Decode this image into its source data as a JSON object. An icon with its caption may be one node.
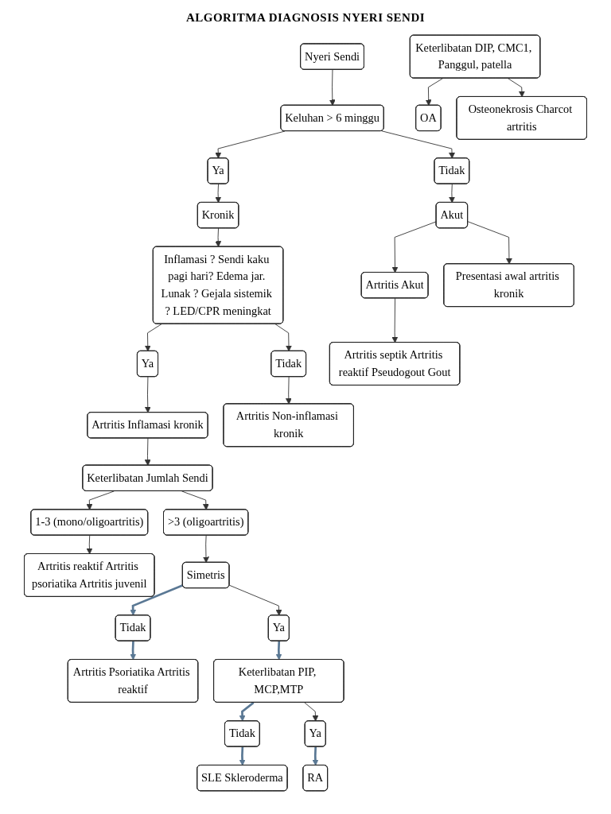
{
  "diagram": {
    "title": "ALGORITMA DIAGNOSIS NYERI SENDI",
    "nodes": [
      {
        "text": [
          "Nyeri Sendi"
        ]
      },
      {
        "text": [
          "Keluhan > 6 minggu"
        ]
      },
      {
        "text": [
          "Ya"
        ]
      },
      {
        "text": [
          "Tidak"
        ]
      },
      {
        "text": [
          "Kronik"
        ]
      },
      {
        "text": [
          "Akut"
        ]
      },
      {
        "text": [
          "Inflamasi ? Sendi kaku pagi hari? Edema jar. Lunak ? Gejala sistemik ? LED/CPR meningkat"
        ]
      },
      {
        "text": [
          "Artritis Akut"
        ]
      },
      {
        "text": [
          "Presentasi awal artritis kronik"
        ]
      },
      {
        "text": [
          "Artritis septik Artritis reaktif Pseudogout Gout"
        ]
      },
      {
        "text": [
          "Ya"
        ]
      },
      {
        "text": [
          "Tidak"
        ]
      },
      {
        "text": [
          "Artritis Inflamasi kronik"
        ]
      },
      {
        "text": [
          "Artritis Non-inflamasi kronik"
        ]
      },
      {
        "text": [
          "Keterlibatan Jumlah Sendi"
        ]
      },
      {
        "text": [
          "Keterlibatan DIP, CMC1, Panggul, patella"
        ]
      },
      {
        "text": [
          "1-3 (mono/oligoartritis)"
        ]
      },
      {
        "text": [
          ">3 (oligoartritis)"
        ]
      },
      {
        "text": [
          "OA"
        ]
      },
      {
        "text": [
          "Osteonekrosis Charcot artritis"
        ]
      },
      {
        "text": [
          "Artritis reaktif Artritis psoriatika Artritis juvenil"
        ]
      },
      {
        "text": [
          "Simetris"
        ]
      },
      {
        "text": [
          "Tidak"
        ]
      },
      {
        "text": [
          "Artritis Psoriatika Artritis reaktif"
        ]
      },
      {
        "text": [
          "Ya"
        ]
      },
      {
        "text": [
          "Keterlibatan PIP, MCP,MTP"
        ]
      },
      {
        "text": [
          "Tidak"
        ]
      },
      {
        "text": [
          "SLE Skleroderma"
        ]
      },
      {
        "text": [
          "Ya"
        ]
      },
      {
        "text": [
          "RA"
        ]
      }
    ],
    "edges": [
      {
        "from": 0,
        "to": 1,
        "arrow": "to"
      },
      {
        "from": 1,
        "to": 2,
        "arrow": "to"
      },
      {
        "from": 1,
        "to": 3,
        "arrow": "to"
      },
      {
        "from": 2,
        "to": 4,
        "arrow": "to"
      },
      {
        "from": 3,
        "to": 5,
        "arrow": "to"
      },
      {
        "from": 4,
        "to": 6,
        "arrow": "to"
      },
      {
        "from": 5,
        "to": 7,
        "arrow": "to"
      },
      {
        "from": 5,
        "to": 8,
        "arrow": "to"
      },
      {
        "from": 7,
        "to": 9,
        "arrow": "to"
      },
      {
        "from": 6,
        "to": 10,
        "arrow": "to"
      },
      {
        "from": 6,
        "to": 11,
        "arrow": "to"
      },
      {
        "from": 10,
        "to": 12,
        "arrow": "to"
      },
      {
        "from": 11,
        "to": 13,
        "arrow": "to"
      },
      {
        "from": 12,
        "to": 14,
        "arrow": "to"
      },
      {
        "from": 14,
        "to": 16,
        "arrow": "to"
      },
      {
        "from": 14,
        "to": 17,
        "arrow": "to"
      },
      {
        "from": 15,
        "to": 18,
        "arrow": "to"
      },
      {
        "from": 15,
        "to": 19,
        "arrow": "to"
      },
      {
        "from": 16,
        "to": 20,
        "arrow": "to"
      },
      {
        "from": 17,
        "to": 21,
        "arrow": "to"
      },
      {
        "from": 21,
        "to": 22,
        "arrow": "to",
        "style": "thick",
        "color": "#5a7894"
      },
      {
        "from": 22,
        "to": 23,
        "arrow": "to",
        "style": "thick",
        "color": "#5a7894"
      },
      {
        "from": 21,
        "to": 24,
        "arrow": "to"
      },
      {
        "from": 24,
        "to": 25,
        "arrow": "to",
        "style": "thick",
        "color": "#5a7894"
      },
      {
        "from": 25,
        "to": 26,
        "arrow": "to",
        "style": "thick",
        "color": "#5a7894"
      },
      {
        "from": 26,
        "to": 27,
        "arrow": "to",
        "style": "thick",
        "color": "#5a7894"
      },
      {
        "from": 25,
        "to": 28,
        "arrow": "to"
      },
      {
        "from": 28,
        "to": 29,
        "arrow": "to",
        "style": "thick",
        "color": "#5a7894"
      }
    ]
  }
}
